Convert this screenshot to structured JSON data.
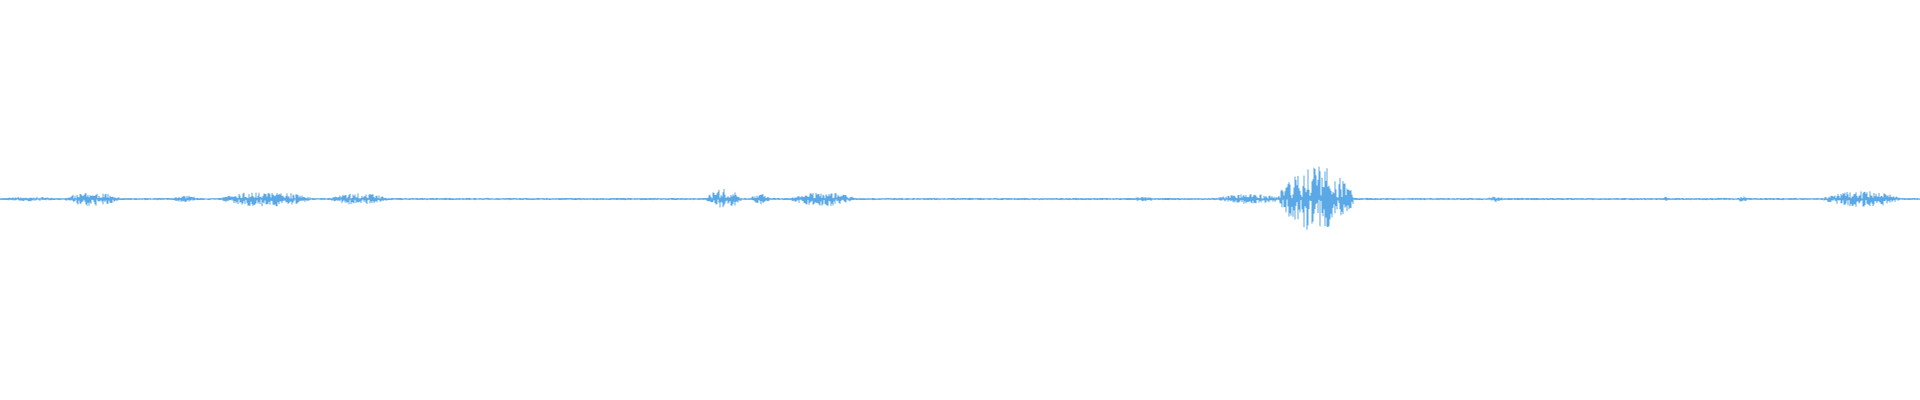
{
  "waveform": {
    "color": "#5aa9e6",
    "background": "#ffffff",
    "baseline_amplitude": 0.01,
    "segments": [
      {
        "start": 0.0,
        "end": 0.03,
        "amplitude": 0.03
      },
      {
        "start": 0.034,
        "end": 0.062,
        "amplitude": 0.11
      },
      {
        "start": 0.09,
        "end": 0.103,
        "amplitude": 0.05
      },
      {
        "start": 0.115,
        "end": 0.162,
        "amplitude": 0.12
      },
      {
        "start": 0.172,
        "end": 0.202,
        "amplitude": 0.09
      },
      {
        "start": 0.368,
        "end": 0.386,
        "amplitude": 0.16
      },
      {
        "start": 0.391,
        "end": 0.401,
        "amplitude": 0.08
      },
      {
        "start": 0.412,
        "end": 0.445,
        "amplitude": 0.11
      },
      {
        "start": 0.59,
        "end": 0.602,
        "amplitude": 0.03
      },
      {
        "start": 0.634,
        "end": 0.668,
        "amplitude": 0.08
      },
      {
        "start": 0.666,
        "end": 0.705,
        "amplitude": 0.55
      },
      {
        "start": 0.775,
        "end": 0.783,
        "amplitude": 0.04
      },
      {
        "start": 0.866,
        "end": 0.869,
        "amplitude": 0.03
      },
      {
        "start": 0.905,
        "end": 0.91,
        "amplitude": 0.04
      },
      {
        "start": 0.95,
        "end": 0.99,
        "amplitude": 0.13
      }
    ]
  }
}
